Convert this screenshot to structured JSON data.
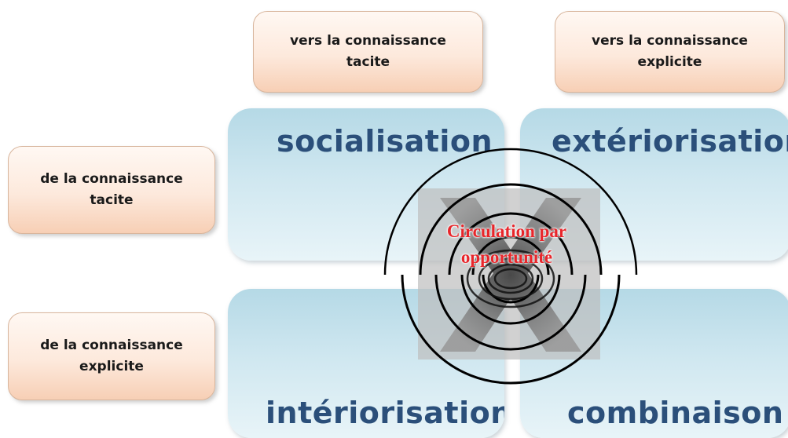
{
  "columns": {
    "tacit": "vers la connaissance\ntacite",
    "explicit": "vers la connaissance\nexplicite"
  },
  "rows": {
    "tacit": "de la connaissance\ntacite",
    "explicit": "de la connaissance\nexplicite"
  },
  "quadrants": {
    "socialisation": "socialisation",
    "exteriorisation": "extériorisation",
    "interiorisation": "intériorisation",
    "combinaison": "combinaison"
  },
  "center": {
    "line1": "Circulation par",
    "line2": "opportunité"
  },
  "colors": {
    "label_fill": "#fde9dc",
    "quadrant_fill": "#cfe7f0",
    "title_text": "#2b4f7a",
    "center_text": "#e8262b"
  }
}
